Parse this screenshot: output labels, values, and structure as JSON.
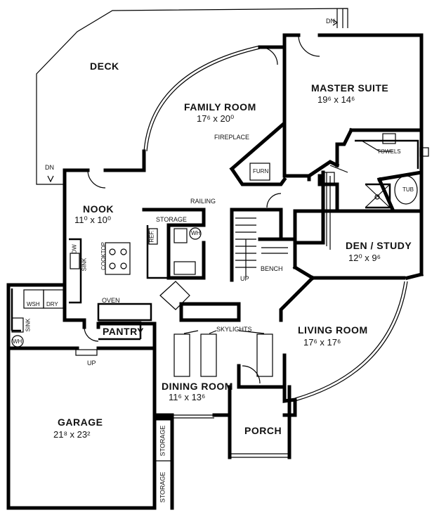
{
  "rooms": {
    "deck": {
      "name": "DECK"
    },
    "family_room": {
      "name": "FAMILY ROOM",
      "dims": "17⁶ x 20⁰"
    },
    "master_suite": {
      "name": "MASTER SUITE",
      "dims": "19⁶ x 14⁶"
    },
    "nook": {
      "name": "NOOK",
      "dims": "11⁰ x 10⁰"
    },
    "den_study": {
      "name": "DEN / STUDY",
      "dims": "12⁰ x 9⁶"
    },
    "living_room": {
      "name": "LIVING ROOM",
      "dims": "17⁶ x 17⁶"
    },
    "dining_room": {
      "name": "DINING ROOM",
      "dims": "11⁶ x 13⁶"
    },
    "garage": {
      "name": "GARAGE",
      "dims": "21⁸ x 23²"
    },
    "porch": {
      "name": "PORCH"
    },
    "pantry": {
      "name": "PANTRY"
    }
  },
  "labels": {
    "dn_top": "DN",
    "dn_deck": "DN",
    "fireplace": "FIREPLACE",
    "furn": "FURN",
    "towels": "TOWELS",
    "tub": "TUB",
    "railing": "RAILING",
    "storage_top": "STORAGE",
    "wh_top": "WH",
    "ref": "REF.",
    "dw": "DW",
    "sink_kitchen": "SINK",
    "cooktop": "COOKTOP",
    "oven": "OVEN",
    "wsh": "WSH",
    "dry": "DRY",
    "sink_laundry": "SINK",
    "wh_laundry": "WH",
    "up_stairs": "UP",
    "bench": "BENCH",
    "skylights": "SKYLIGHTS",
    "up_garage": "UP",
    "storage_g1": "STORAGE",
    "storage_g2": "STORAGE"
  }
}
